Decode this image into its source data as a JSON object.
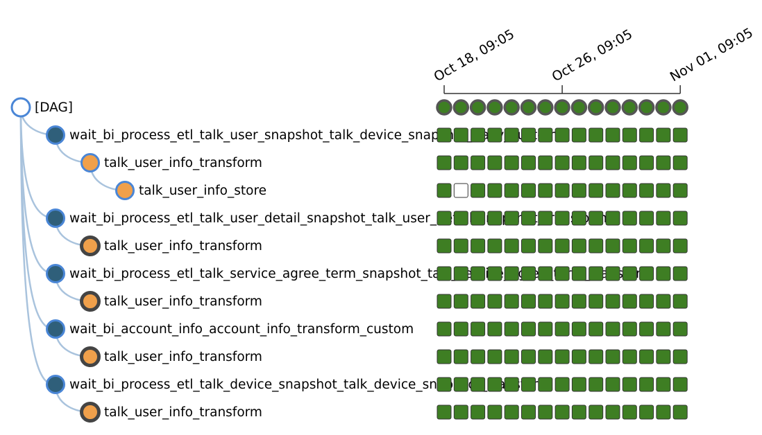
{
  "dag_label": "[DAG]",
  "dates": [
    "Oct 18, 09:05",
    "Oct 26, 09:05",
    "Nov 01, 09:05"
  ],
  "num_runs": 15,
  "colors": {
    "success": "#3e7e23",
    "no_status": "#ffffff",
    "link": "#a9c3dd",
    "sensor_fill": "#2f5f7a",
    "sensor_stroke": "#4a86d6",
    "operator_fill": "#f0a04b",
    "operator_stroke_blue": "#4a86d6",
    "operator_stroke_dark": "#444444",
    "dag_stroke": "#4a86d6",
    "run_border": "#555555"
  },
  "dag_runs": [
    "success",
    "success",
    "success",
    "success",
    "success",
    "success",
    "success",
    "success",
    "success",
    "success",
    "success",
    "success",
    "success",
    "success",
    "success"
  ],
  "tasks": [
    {
      "label": "wait_bi_process_etl_talk_user_snapshot_talk_device_snapshot_daily_custom",
      "depth": 1,
      "kind": "sensor",
      "states": [
        "success",
        "success",
        "success",
        "success",
        "success",
        "success",
        "success",
        "success",
        "success",
        "success",
        "success",
        "success",
        "success",
        "success",
        "success"
      ]
    },
    {
      "label": "talk_user_info_transform",
      "depth": 2,
      "kind": "operator",
      "ring": "blue",
      "states": [
        "success",
        "success",
        "success",
        "success",
        "success",
        "success",
        "success",
        "success",
        "success",
        "success",
        "success",
        "success",
        "success",
        "success",
        "success"
      ]
    },
    {
      "label": "talk_user_info_store",
      "depth": 3,
      "kind": "operator",
      "ring": "blue",
      "states": [
        "success",
        "no_status",
        "success",
        "success",
        "success",
        "success",
        "success",
        "success",
        "success",
        "success",
        "success",
        "success",
        "success",
        "success",
        "success"
      ]
    },
    {
      "label": "wait_bi_process_etl_talk_user_detail_snapshot_talk_user_detail_snapshot_transform",
      "depth": 1,
      "kind": "sensor",
      "states": [
        "success",
        "success",
        "success",
        "success",
        "success",
        "success",
        "success",
        "success",
        "success",
        "success",
        "success",
        "success",
        "success",
        "success",
        "success"
      ]
    },
    {
      "label": "talk_user_info_transform",
      "depth": 2,
      "kind": "operator",
      "ring": "dark",
      "states": [
        "success",
        "success",
        "success",
        "success",
        "success",
        "success",
        "success",
        "success",
        "success",
        "success",
        "success",
        "success",
        "success",
        "success",
        "success"
      ]
    },
    {
      "label": "wait_bi_process_etl_talk_service_agree_term_snapshot_talk_service_agree_term_transform",
      "depth": 1,
      "kind": "sensor",
      "states": [
        "success",
        "success",
        "success",
        "success",
        "success",
        "success",
        "success",
        "success",
        "success",
        "success",
        "success",
        "success",
        "success",
        "success",
        "success"
      ]
    },
    {
      "label": "talk_user_info_transform",
      "depth": 2,
      "kind": "operator",
      "ring": "dark",
      "states": [
        "success",
        "success",
        "success",
        "success",
        "success",
        "success",
        "success",
        "success",
        "success",
        "success",
        "success",
        "success",
        "success",
        "success",
        "success"
      ]
    },
    {
      "label": "wait_bi_account_info_account_info_transform_custom",
      "depth": 1,
      "kind": "sensor",
      "states": [
        "success",
        "success",
        "success",
        "success",
        "success",
        "success",
        "success",
        "success",
        "success",
        "success",
        "success",
        "success",
        "success",
        "success",
        "success"
      ]
    },
    {
      "label": "talk_user_info_transform",
      "depth": 2,
      "kind": "operator",
      "ring": "dark",
      "states": [
        "success",
        "success",
        "success",
        "success",
        "success",
        "success",
        "success",
        "success",
        "success",
        "success",
        "success",
        "success",
        "success",
        "success",
        "success"
      ]
    },
    {
      "label": "wait_bi_process_etl_talk_device_snapshot_talk_device_snapshot_transform",
      "depth": 1,
      "kind": "sensor",
      "states": [
        "success",
        "success",
        "success",
        "success",
        "success",
        "success",
        "success",
        "success",
        "success",
        "success",
        "success",
        "success",
        "success",
        "success",
        "success"
      ]
    },
    {
      "label": "talk_user_info_transform",
      "depth": 2,
      "kind": "operator",
      "ring": "dark",
      "states": [
        "success",
        "success",
        "success",
        "success",
        "success",
        "success",
        "success",
        "success",
        "success",
        "success",
        "success",
        "success",
        "success",
        "success",
        "success"
      ]
    }
  ]
}
